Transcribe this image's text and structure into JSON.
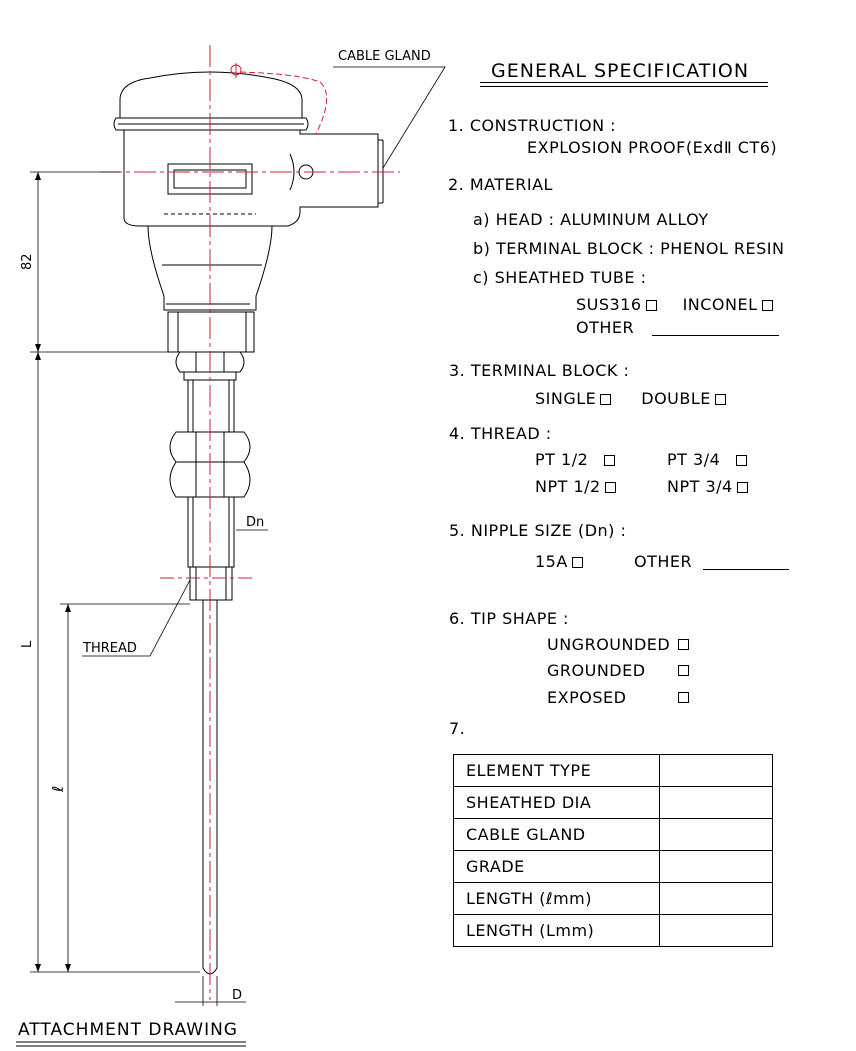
{
  "labels": {
    "cable_gland": "CABLE GLAND",
    "dim_82": "82",
    "dim_L": "L",
    "dim_l": "ℓ",
    "dn": "Dn",
    "thread": "THREAD",
    "d": "D",
    "attachment": "ATTACHMENT DRAWING"
  },
  "spec": {
    "title": "GENERAL SPECIFICATION",
    "construction": {
      "heading": "1. CONSTRUCTION :",
      "value": "EXPLOSION PROOF(ExdⅡ CT6)"
    },
    "material": {
      "heading": "2. MATERIAL",
      "head": "a) HEAD : ALUMINUM ALLOY",
      "terminal": "b) TERMINAL BLOCK : PHENOL RESIN",
      "sheathed": "c) SHEATHED TUBE :",
      "opt_sus": "SUS316",
      "opt_inconel": "INCONEL",
      "opt_other": "OTHER"
    },
    "terminal_block": {
      "heading": "3. TERMINAL BLOCK :",
      "single": "SINGLE",
      "double": "DOUBLE"
    },
    "thread": {
      "heading": "4. THREAD :",
      "pt12": "PT 1/2",
      "pt34": "PT 3/4",
      "npt12": "NPT 1/2",
      "npt34": "NPT 3/4"
    },
    "nipple": {
      "heading": "5. NIPPLE SIZE (Dn) :",
      "a15": "15A",
      "other": "OTHER"
    },
    "tip": {
      "heading": "6. TIP SHAPE :",
      "ungrounded": "UNGROUNDED",
      "grounded": "GROUNDED",
      "exposed": "EXPOSED"
    },
    "item7": "7."
  },
  "table": {
    "rows": [
      {
        "label": "ELEMENT TYPE",
        "value": ""
      },
      {
        "label": "SHEATHED DIA",
        "value": ""
      },
      {
        "label": "CABLE GLAND",
        "value": ""
      },
      {
        "label": "GRADE",
        "value": ""
      },
      {
        "label": "LENGTH (ℓmm)",
        "value": ""
      },
      {
        "label": "LENGTH (Lmm)",
        "value": ""
      }
    ]
  },
  "colors": {
    "line": "#000000",
    "center": "#d0203a"
  }
}
